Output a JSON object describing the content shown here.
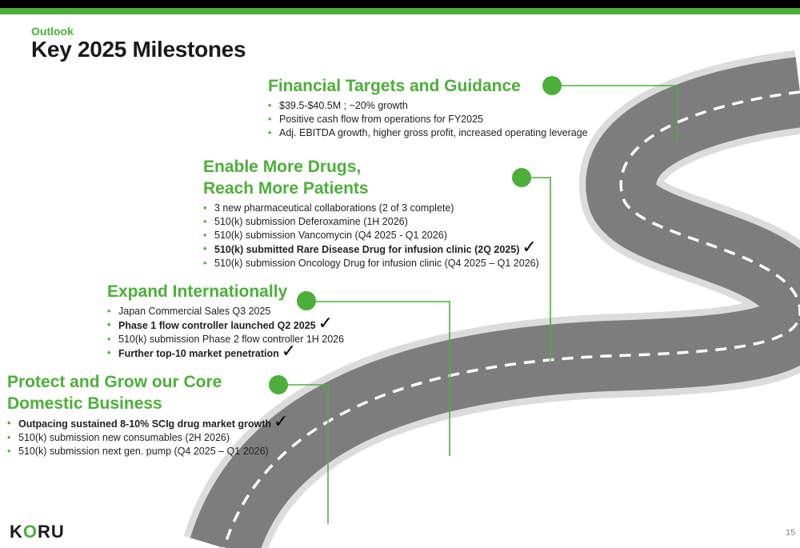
{
  "header": {
    "kicker": "Outlook",
    "title": "Key 2025 Milestones"
  },
  "colors": {
    "accent": "#4caf3a",
    "road": "#7d7d7d",
    "road_border": "#dcdcdc"
  },
  "sections": [
    {
      "title_lines": [
        "Financial Targets and Guidance"
      ],
      "items": [
        {
          "text": "$39.5-$40.5M ; ~20% growth",
          "bold": false,
          "check": ""
        },
        {
          "text": "Positive cash flow from operations for FY2025",
          "bold": false,
          "check": ""
        },
        {
          "text": "Adj. EBITDA growth, higher gross profit, increased operating leverage",
          "bold": false,
          "check": ""
        }
      ]
    },
    {
      "title_lines": [
        "Enable More Drugs,",
        "Reach More Patients"
      ],
      "items": [
        {
          "text": "3 new pharmaceutical collaborations (2 of 3 complete)",
          "bold": false,
          "check": ""
        },
        {
          "text": "510(k) submission Deferoxamine (1H 2026)",
          "bold": false,
          "check": ""
        },
        {
          "text": "510(k) submission Vancomycin (Q4 2025 - Q1 2026)",
          "bold": false,
          "check": ""
        },
        {
          "text": "510(k) submitted Rare Disease Drug for infusion clinic (2Q 2025)",
          "bold": true,
          "check": "✓"
        },
        {
          "text": "510(k) submission Oncology Drug for infusion clinic (Q4 2025 – Q1 2026)",
          "bold": false,
          "check": ""
        }
      ]
    },
    {
      "title_lines": [
        "Expand Internationally"
      ],
      "items": [
        {
          "text": "Japan Commercial Sales Q3 2025",
          "bold": false,
          "check": ""
        },
        {
          "text": "Phase 1 flow controller launched Q2 2025",
          "bold": true,
          "check": "✓"
        },
        {
          "text": "510(k) submission Phase 2 flow controller 1H 2026",
          "bold": false,
          "check": ""
        },
        {
          "text": "Further top-10 market penetration",
          "bold": true,
          "check": "✓"
        }
      ]
    },
    {
      "title_lines": [
        "Protect and Grow our Core",
        "Domestic Business"
      ],
      "items": [
        {
          "text": "Outpacing sustained 8-10% SCIg drug market growth",
          "bold": true,
          "check": "✓"
        },
        {
          "text": "510(k) submission new consumables (2H 2026)",
          "bold": false,
          "check": ""
        },
        {
          "text": "510(k) submission next gen. pump (Q4 2025 – Q1 2026)",
          "bold": false,
          "check": ""
        }
      ]
    }
  ],
  "logo": {
    "prefix": "K",
    "mark": "O",
    "suffix": "RU"
  },
  "page_number": "15"
}
